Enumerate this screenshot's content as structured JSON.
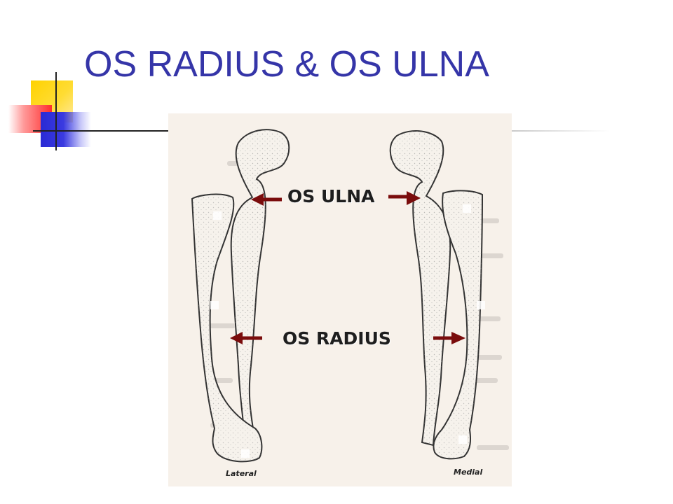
{
  "slide": {
    "title": "OS RADIUS & OS ULNA"
  },
  "figure": {
    "labels": {
      "ulna": "OS ULNA",
      "radius": "OS RADIUS",
      "lateral": "Lateral",
      "medial": "Medial"
    }
  },
  "colors": {
    "title": "#3535a8",
    "arrow": "#7a0c0c",
    "figure_background": "#f7f1ea",
    "deco_yellow": "#ffd200",
    "deco_red": "#ff2d2d",
    "deco_blue": "#2a2ad4"
  },
  "icons": {
    "arrows": [
      "arrow-left-icon",
      "arrow-right-icon"
    ]
  }
}
